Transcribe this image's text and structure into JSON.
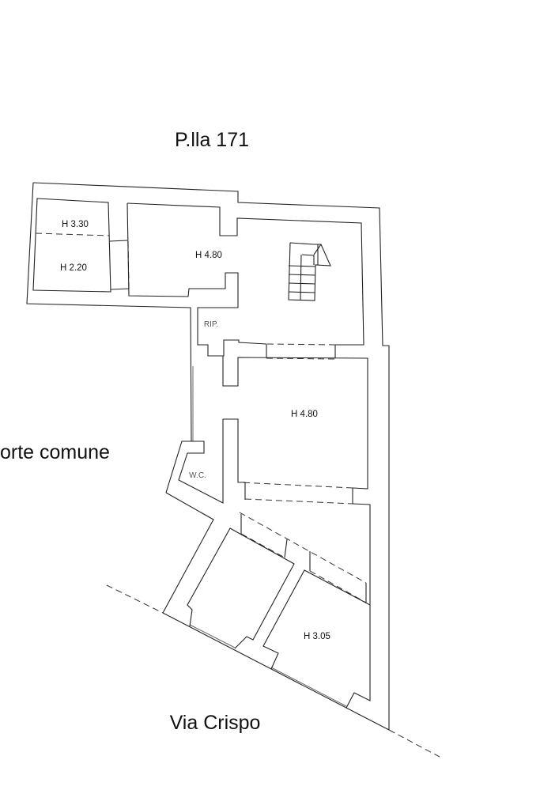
{
  "labels": {
    "parcel": "P.lla 171",
    "courtyard": "orte comune",
    "street": "Via Crispo"
  },
  "rooms": {
    "h_330": "H 3.30",
    "h_220": "H 2.20",
    "h_480_upper": "H 4.80",
    "rip": "RIP.",
    "h_480_lower": "H 4.80",
    "wc": "W.C.",
    "h_305": "H 3.05"
  }
}
